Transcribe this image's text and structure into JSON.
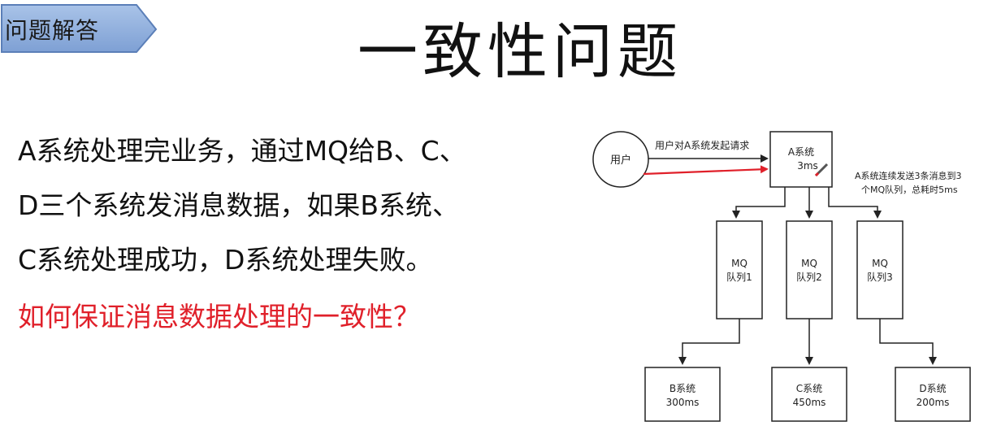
{
  "header": {
    "section_tag": "问题解答",
    "title": "一致性问题"
  },
  "body": {
    "lines": [
      "A系统处理完业务，通过MQ给B、C、",
      "D三个系统发消息数据，如果B系统、",
      "C系统处理成功，D系统处理失败。"
    ],
    "question": "如何保证消息数据处理的一致性？"
  },
  "diagram": {
    "user": "用户",
    "request_label": "用户对A系统发起请求",
    "system_a": {
      "name": "A系统",
      "time": "3ms"
    },
    "send_note": [
      "A系统连续发送3条消息到3",
      "个MQ队列，总耗时5ms"
    ],
    "queues": [
      {
        "line1": "MQ",
        "line2": "队列1"
      },
      {
        "line1": "MQ",
        "line2": "队列2"
      },
      {
        "line1": "MQ",
        "line2": "队列3"
      }
    ],
    "systems": [
      {
        "name": "B系统",
        "time": "300ms"
      },
      {
        "name": "C系统",
        "time": "450ms"
      },
      {
        "name": "D系统",
        "time": "200ms"
      }
    ],
    "colors": {
      "highlight": "#e0202a",
      "tag_fill": "#8fb0de",
      "tag_border": "#5b7fb8"
    }
  }
}
